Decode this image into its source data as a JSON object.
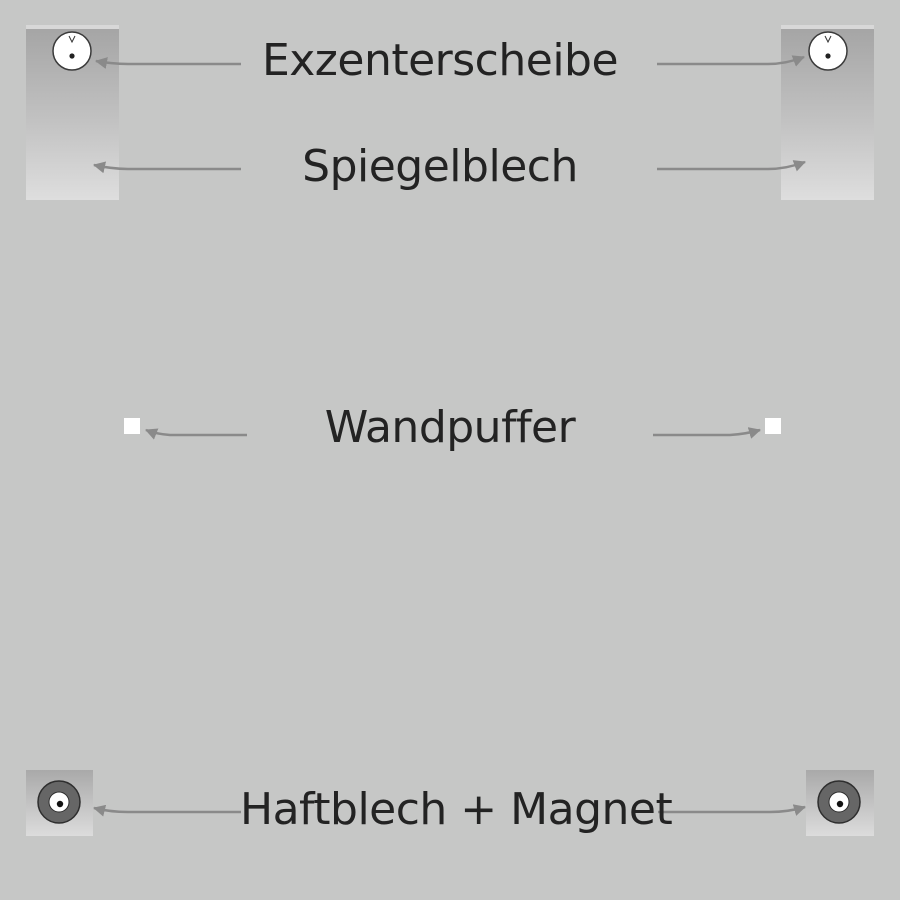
{
  "labels": {
    "exzenterscheibe": "Exzenterscheibe",
    "spiegelblech": "Spiegelblech",
    "wandpuffer": "Wandpuffer",
    "haftblech_magnet": "Haftblech + Magnet"
  },
  "colors": {
    "background": "#c6c7c6",
    "arrow": "#8a8a8a",
    "text": "#232323",
    "bracket_top": "#a3a3a3",
    "bracket_bottom": "#dcdcdc",
    "buffer": "#ffffff",
    "magnet": "#666666"
  }
}
